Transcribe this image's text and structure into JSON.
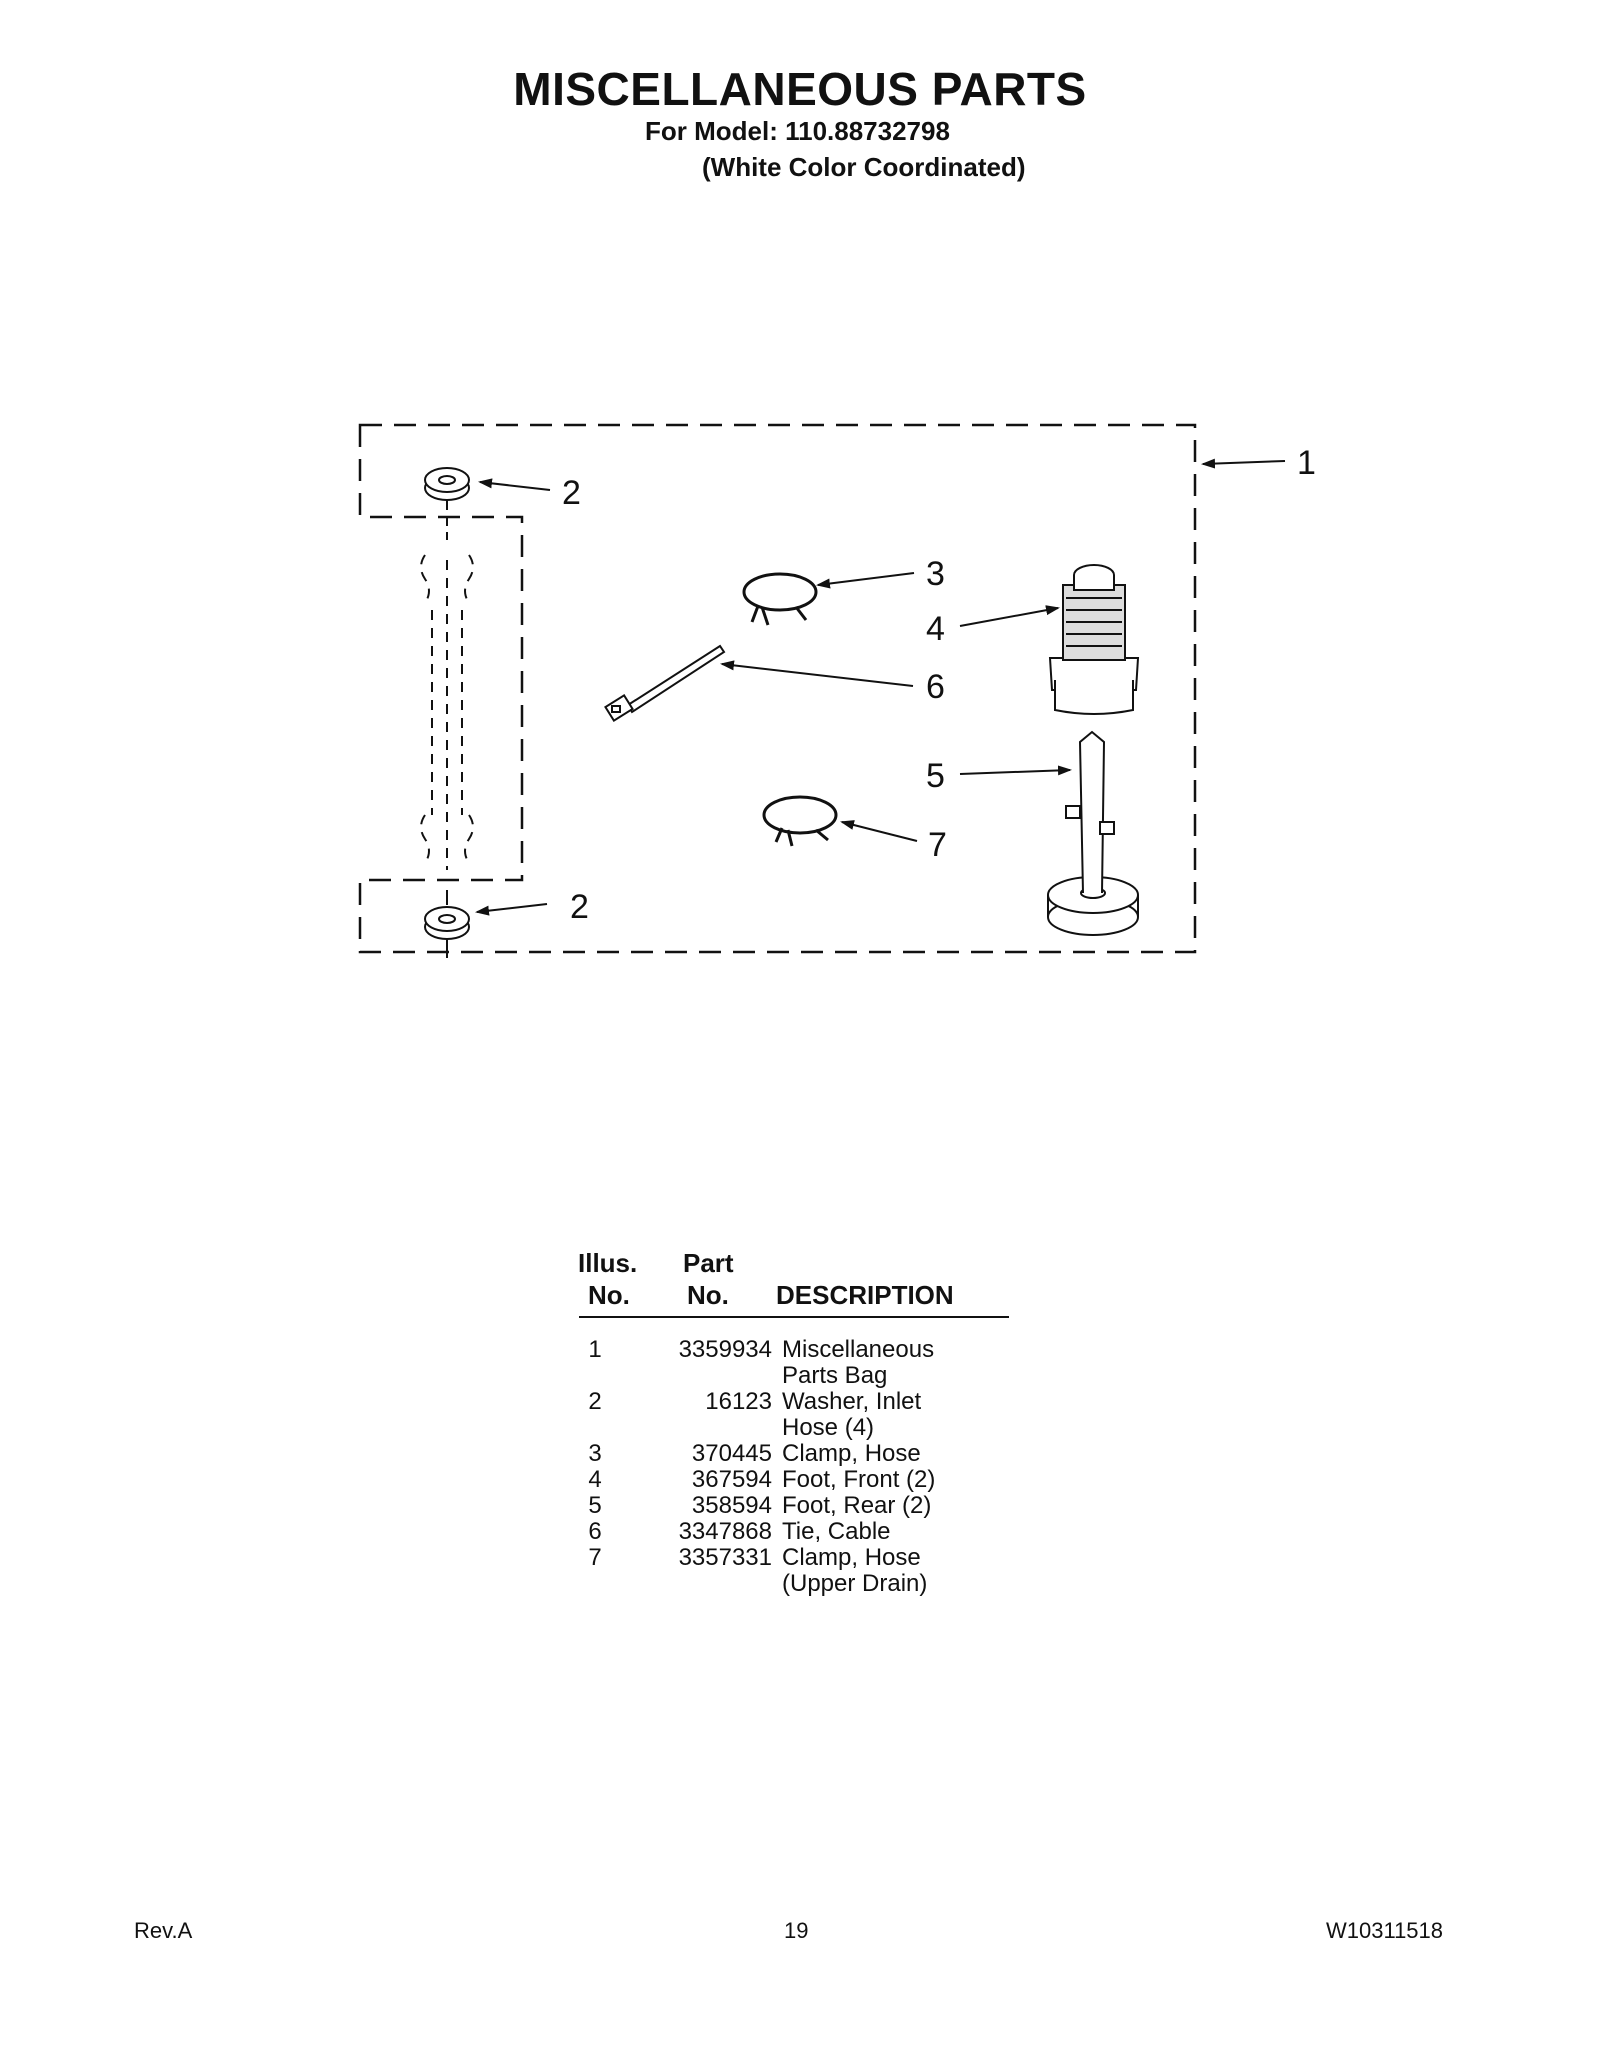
{
  "header": {
    "title": "MISCELLANEOUS PARTS",
    "model_line": "For Model: 110.88732798",
    "color_line": "(White Color Coordinated)"
  },
  "diagram": {
    "callouts": [
      "1",
      "2",
      "3",
      "4",
      "5",
      "6",
      "7",
      "2"
    ]
  },
  "table": {
    "headers": {
      "illus_top": "Illus.",
      "illus_bottom": "No.",
      "part_top": "Part",
      "part_bottom": "No.",
      "description": "DESCRIPTION"
    },
    "rows": [
      {
        "illus": "1",
        "part": "3359934",
        "desc": "Miscellaneous",
        "desc2": "Parts Bag"
      },
      {
        "illus": "2",
        "part": "16123",
        "desc": "Washer, Inlet",
        "desc2": "Hose (4)"
      },
      {
        "illus": "3",
        "part": "370445",
        "desc": "Clamp, Hose",
        "desc2": ""
      },
      {
        "illus": "4",
        "part": "367594",
        "desc": "Foot, Front (2)",
        "desc2": ""
      },
      {
        "illus": "5",
        "part": "358594",
        "desc": "Foot, Rear (2)",
        "desc2": ""
      },
      {
        "illus": "6",
        "part": "3347868",
        "desc": "Tie, Cable",
        "desc2": ""
      },
      {
        "illus": "7",
        "part": "3357331",
        "desc": "Clamp, Hose",
        "desc2": "(Upper Drain)"
      }
    ]
  },
  "footer": {
    "rev": "Rev.A",
    "page": "19",
    "doc_number": "W10311518"
  }
}
